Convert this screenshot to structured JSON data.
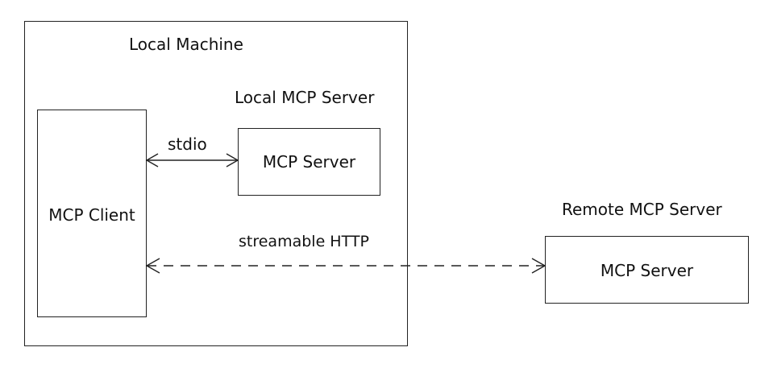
{
  "local_machine": {
    "title": "Local Machine"
  },
  "client": {
    "label": "MCP Client"
  },
  "local_server": {
    "group_label": "Local MCP Server",
    "box_label": "MCP Server"
  },
  "remote_server": {
    "group_label": "Remote MCP Server",
    "box_label": "MCP Server"
  },
  "connections": {
    "stdio_label": "stdio",
    "http_label": "streamable HTTP"
  },
  "colors": {
    "line": "#222222",
    "background": "#ffffff"
  }
}
